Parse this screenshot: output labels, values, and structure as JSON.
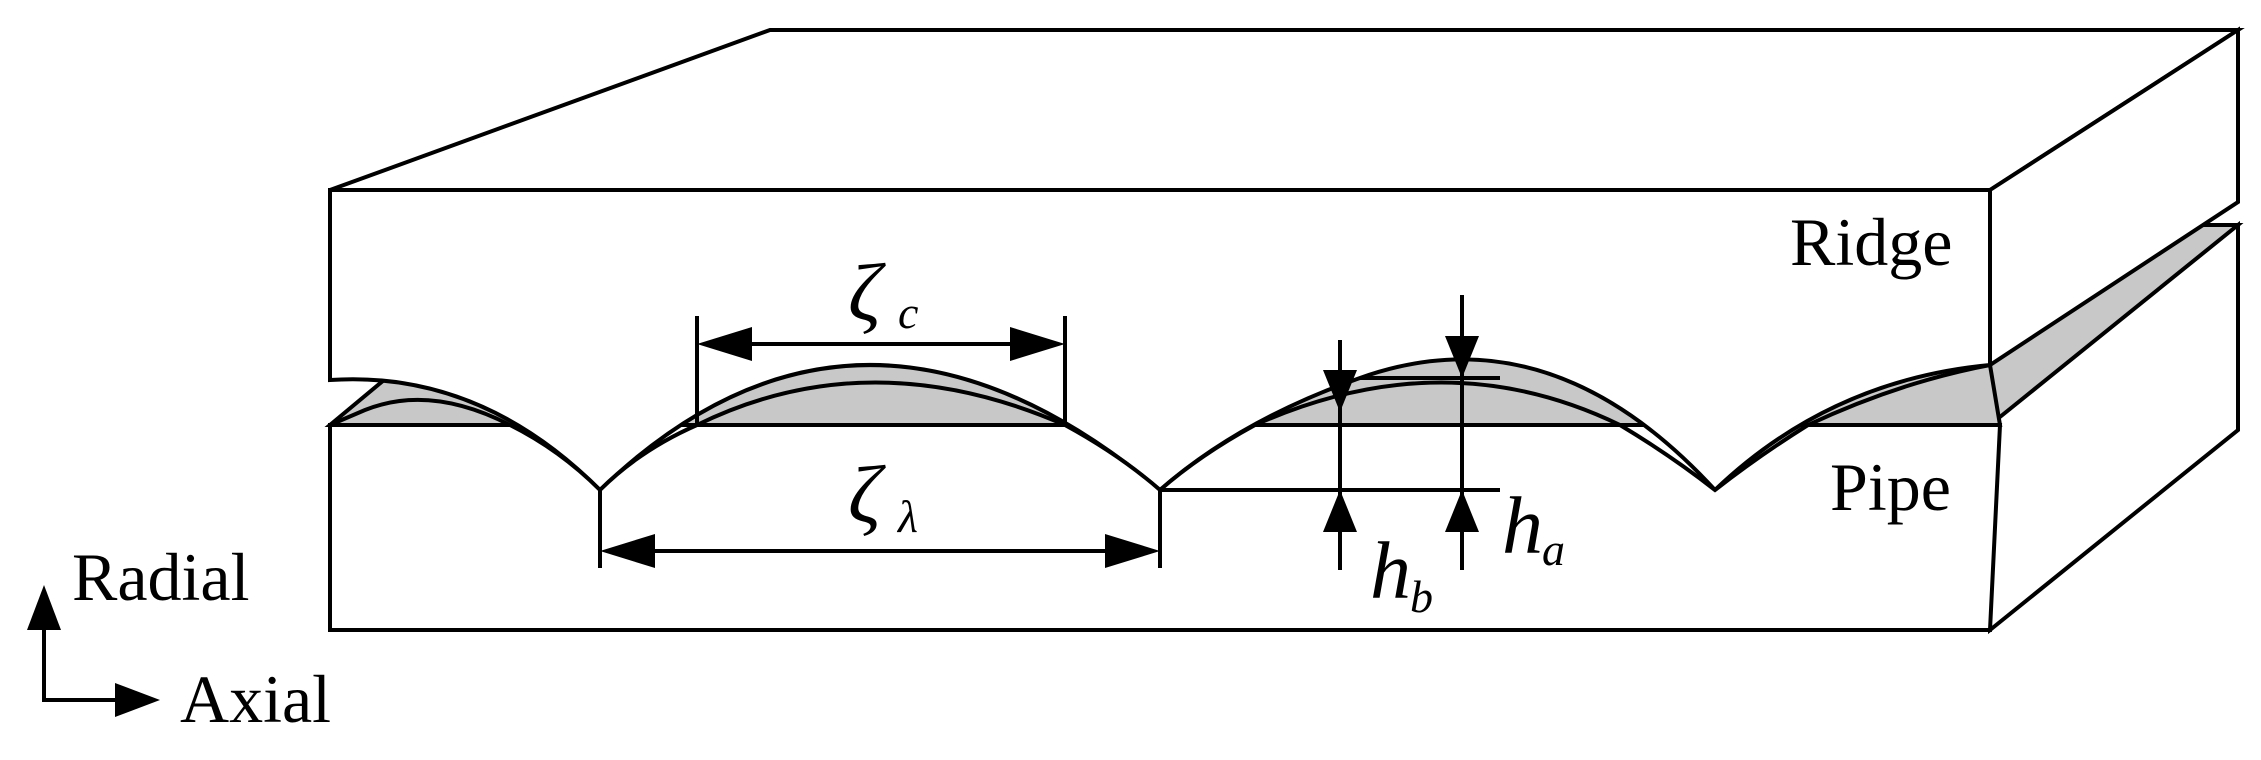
{
  "labels": {
    "ridge": "Ridge",
    "pipe": "Pipe",
    "radial": "Radial",
    "axial": "Axial"
  },
  "symbols": {
    "zeta_c": {
      "base": "ζ",
      "sub": "c"
    },
    "zeta_lambda": {
      "base": "ζ",
      "sub": "λ"
    },
    "h_a": {
      "base": "h",
      "sub": "a"
    },
    "h_b": {
      "base": "h",
      "sub": "b"
    }
  },
  "colors": {
    "line": "#000000",
    "contact_fill": "#c8c8c8",
    "body_fill": "#ffffff"
  }
}
